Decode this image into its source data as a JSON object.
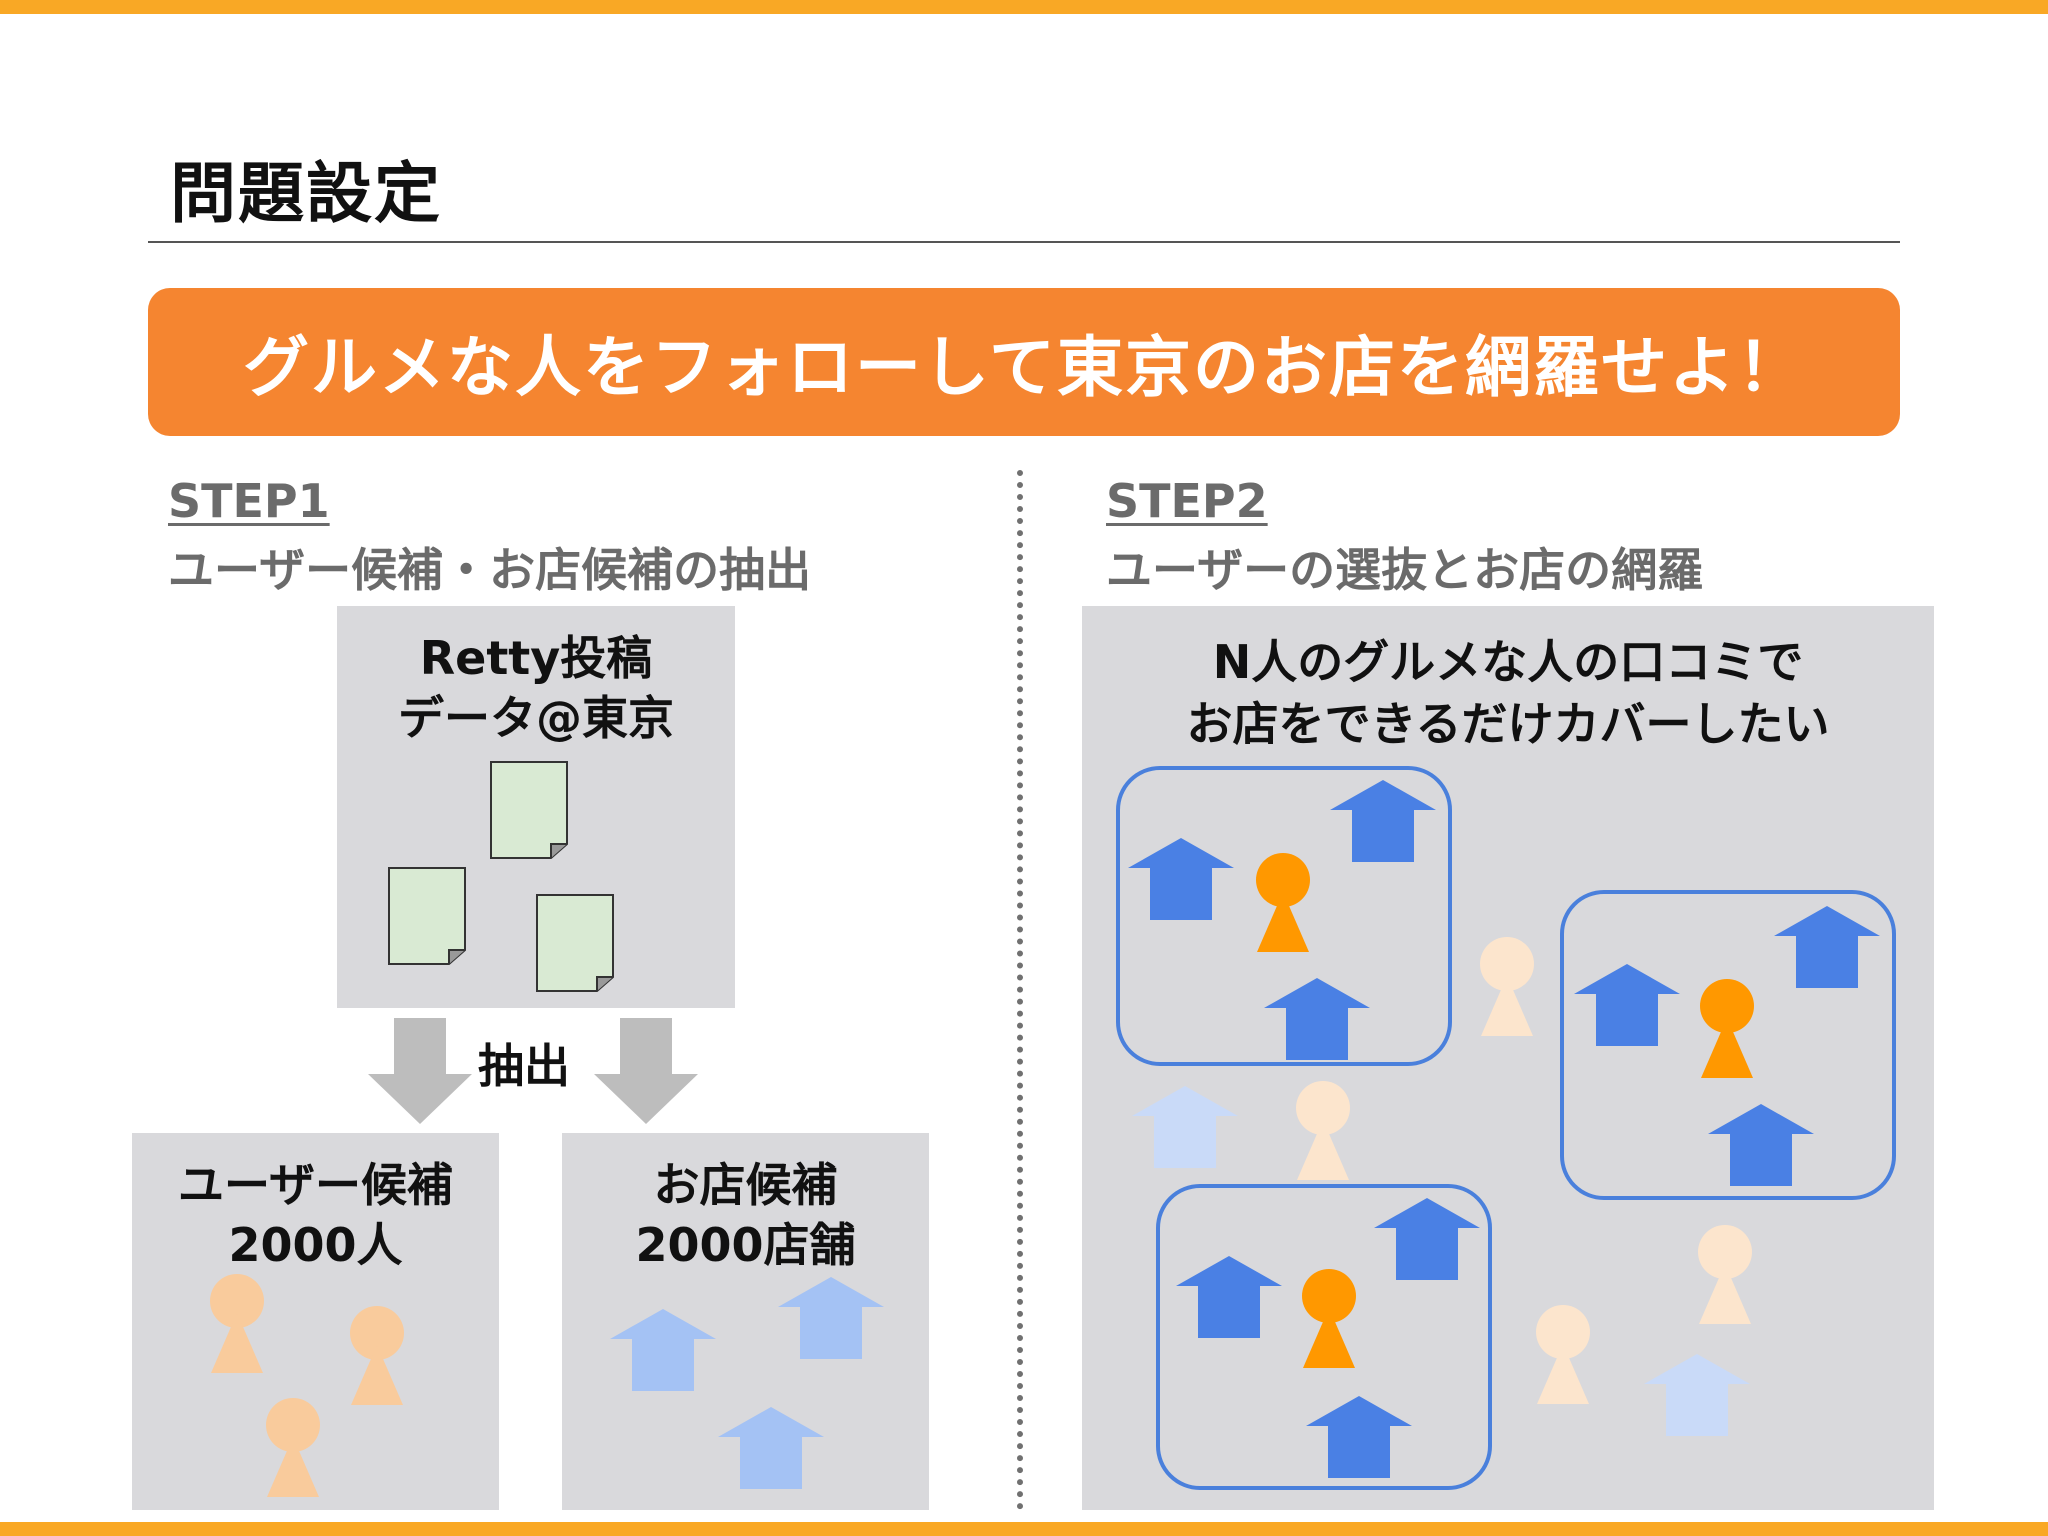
{
  "header": {
    "title": "問題設定",
    "banner": "グルメな人をフォローして東京のお店を網羅せよ！"
  },
  "step1": {
    "label": "STEP1",
    "subtitle": "ユーザー候補・お店候補の抽出",
    "source": {
      "line1": "Retty投稿",
      "line2": "データ@東京"
    },
    "arrow_label": "抽出",
    "users": {
      "line1": "ユーザー候補",
      "line2": "2000人"
    },
    "shops": {
      "line1": "お店候補",
      "line2": "2000店舗"
    }
  },
  "step2": {
    "label": "STEP2",
    "subtitle": "ユーザーの選抜とお店の網羅",
    "goal": {
      "line1": "N人のグルメな人の口コミで",
      "line2": "お店をできるだけカバーしたい"
    }
  },
  "colors": {
    "accent_bar": "#f9a825",
    "banner": "#f58530",
    "panel": "#d9d9dc",
    "house_strong": "#4a80e4",
    "house_light": "#a4c2f4",
    "house_pale": "#c9daf8",
    "person_strong": "#ff9800",
    "person_light": "#f9cb9c",
    "person_pale": "#fce5cd",
    "group_outline": "#4a80dc"
  }
}
